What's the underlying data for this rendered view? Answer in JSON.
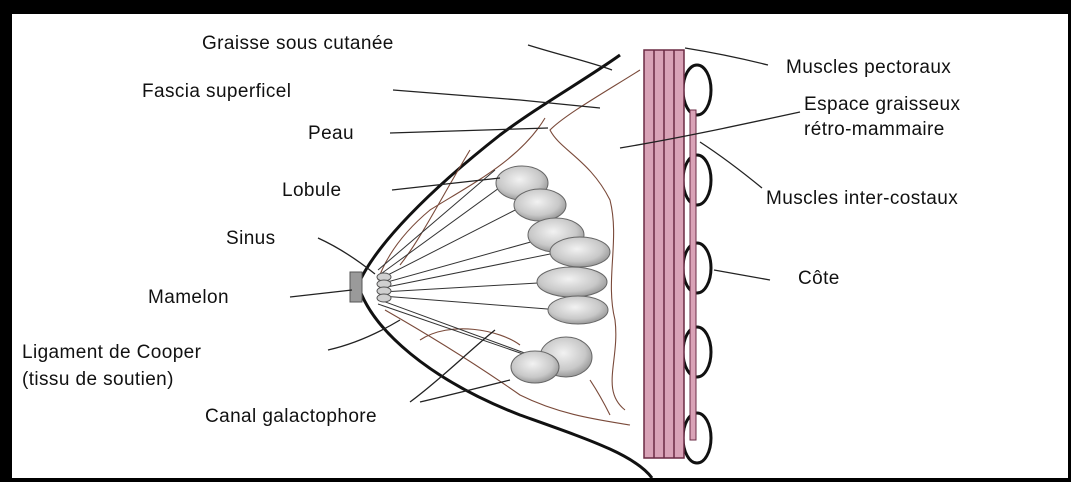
{
  "labels": {
    "graisse": "Graisse sous cutanée",
    "fascia": "Fascia superficel",
    "peau": "Peau",
    "lobule": "Lobule",
    "sinus": "Sinus",
    "mamelon": "Mamelon",
    "cooper_1": "Ligament de Cooper",
    "cooper_2": "(tissu de soutien)",
    "canal": "Canal galactophore",
    "pectoraux": "Muscles pectoraux",
    "espace_1": "Espace graisseux",
    "espace_2": "rétro-mammaire",
    "intercostaux": "Muscles inter-costaux",
    "cote": "Côte"
  },
  "colors": {
    "frame": "#000000",
    "background": "#ffffff",
    "muscle_fill": "#d9a3b7",
    "muscle_stroke": "#6b2b44",
    "lobule": "#c9c9c9",
    "outline": "#111111"
  }
}
